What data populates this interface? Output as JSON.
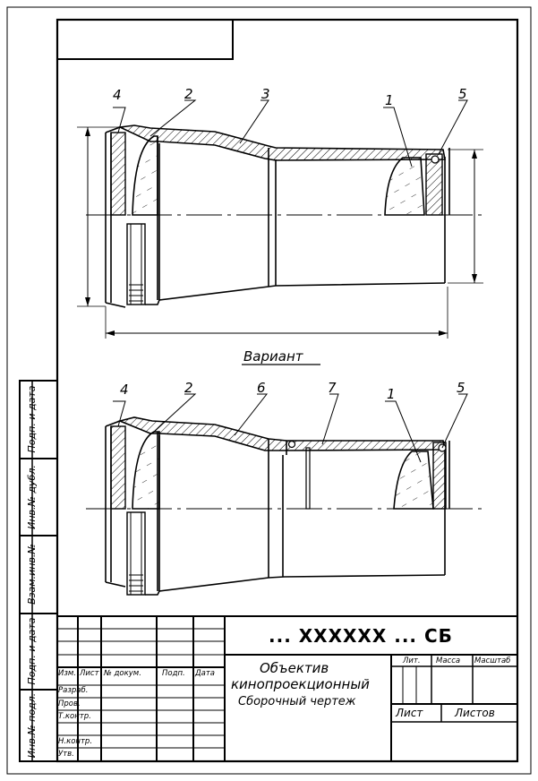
{
  "drawing": {
    "variant_label": "Вариант",
    "callouts_top": [
      "4",
      "2",
      "3",
      "1",
      "5"
    ],
    "callouts_bottom": [
      "4",
      "2",
      "6",
      "7",
      "1",
      "5"
    ]
  },
  "title_block": {
    "designation": "... XXXXXX ... СБ",
    "name_line1": "Объектив",
    "name_line2": "кинопроекционный",
    "name_line3": "Сборочный чертеж",
    "col_izm": "Изм.",
    "col_list": "Лист",
    "col_doc": "№ докум.",
    "col_sign": "Подп.",
    "col_date": "Дата",
    "row_razrab": "Разраб.",
    "row_prov": "Пров.",
    "row_tkontr": "Т.контр.",
    "row_nkontr": "Н.контр.",
    "row_utv": "Утв.",
    "lit": "Лит.",
    "mass": "Масса",
    "scale": "Масштаб",
    "sheet": "Лист",
    "sheets": "Листов"
  },
  "side_stamp": {
    "podp_data_top": "Подп. и дата",
    "inv_dubl": "Инв.№ дубл.",
    "vzam_inv": "Взам.инв.№",
    "podp_data_bottom": "Подп. и дата",
    "inv_podl": "Инв.№ подл."
  }
}
